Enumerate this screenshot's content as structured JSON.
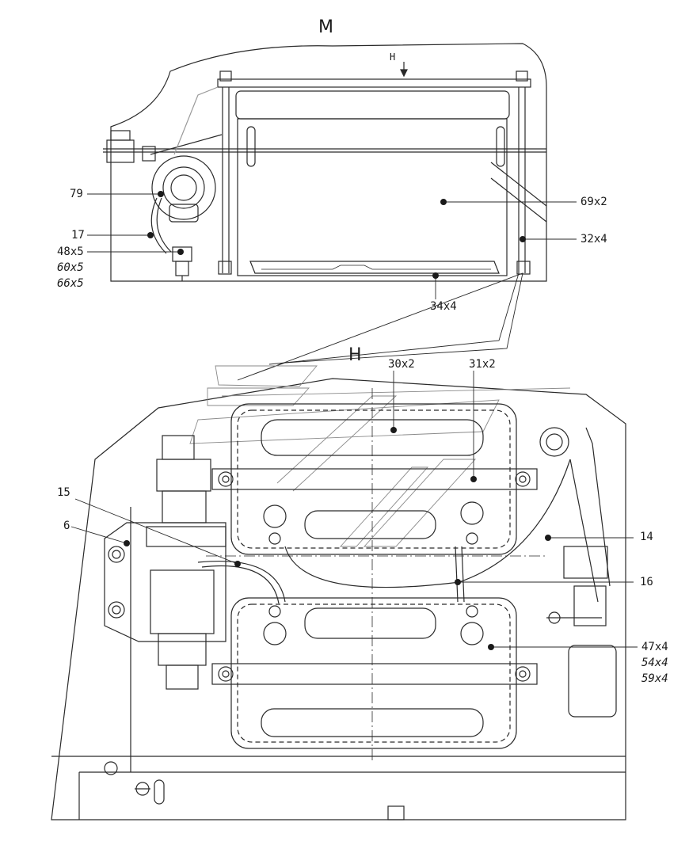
{
  "view_labels": {
    "top_view": "M",
    "arrow_small": "H",
    "section_view": "H"
  },
  "callouts": {
    "c79": "79",
    "c17": "17",
    "c48": "48x5",
    "c60": "60x5",
    "c66": "66x5",
    "c69": "69x2",
    "c32": "32x4",
    "c34": "34x4",
    "c30": "30x2",
    "c31": "31x2",
    "c15": "15",
    "c6": "6",
    "c14": "14",
    "c16": "16",
    "c47": "47x4",
    "c54": "54x4",
    "c59": "59x4"
  },
  "colors": {
    "line": "#2a2a2a",
    "ghost": "#9a9a9a",
    "paper": "#ffffff"
  }
}
